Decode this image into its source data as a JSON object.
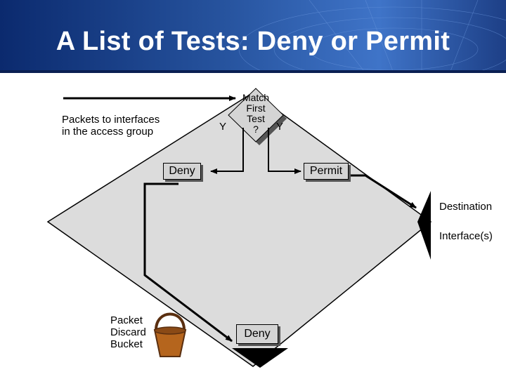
{
  "slide": {
    "title": "A List of Tests: Deny or Permit"
  },
  "diagram": {
    "input_label_line1": "Packets to interfaces",
    "input_label_line2": "in the access group",
    "match_line1": "Match",
    "match_line2": "First",
    "match_line3": "Test",
    "match_line4": "?",
    "yes_left": "Y",
    "yes_right": "Y",
    "deny_top": "Deny",
    "permit": "Permit",
    "dest_line1": "Destination",
    "dest_line2": "Interface(s)",
    "bucket_line1": "Packet",
    "bucket_line2": "Discard",
    "bucket_line3": "Bucket",
    "deny_bottom": "Deny"
  },
  "colors": {
    "banner_dark": "#0b2a6e",
    "banner_light": "#3f74c8",
    "diamond_fill": "#dcdcdc",
    "button_fill": "#d4d4d4",
    "bucket_fill": "#b5651d"
  }
}
